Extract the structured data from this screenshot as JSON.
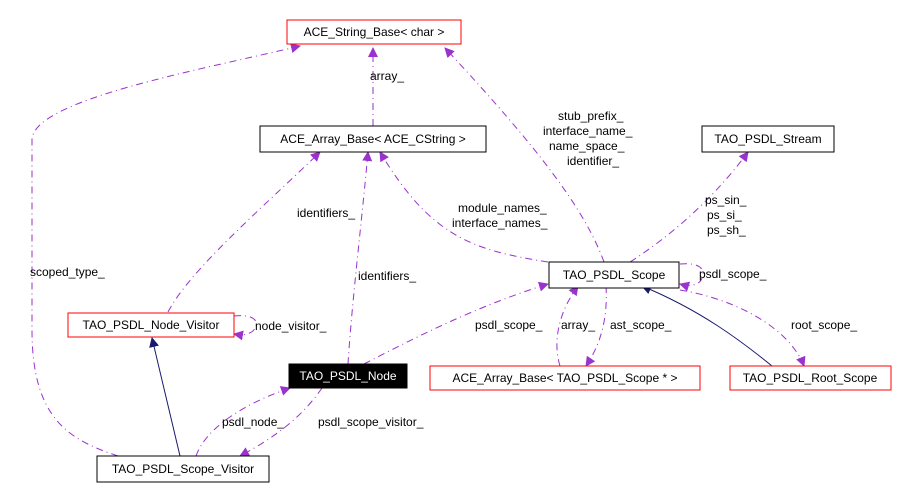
{
  "colors": {
    "usage_edge": "#9a32cd",
    "inherit_edge": "#191970",
    "doc_border": "#ff0000",
    "plain_border": "#000000",
    "current_fill": "#000000",
    "current_text": "#ffffff"
  },
  "nodes": {
    "string_base": "ACE_String_Base< char >",
    "array_cstring": "ACE_Array_Base< ACE_CString >",
    "psdl_stream": "TAO_PSDL_Stream",
    "psdl_scope": "TAO_PSDL_Scope",
    "node_visitor": "TAO_PSDL_Node_Visitor",
    "psdl_node": "TAO_PSDL_Node",
    "array_scope_ptr": "ACE_Array_Base< TAO_PSDL_Scope * >",
    "root_scope": "TAO_PSDL_Root_Scope",
    "scope_visitor": "TAO_PSDL_Scope_Visitor"
  },
  "labels": {
    "array": "array_",
    "stub_prefix": "stub_prefix_",
    "interface_name": "interface_name_",
    "name_space": "name_space_",
    "identifier": "identifier_",
    "module_names": "module_names_",
    "interface_names": "interface_names_",
    "ps_sin": "ps_sin_",
    "ps_si": "ps_si_",
    "ps_sh": "ps_sh_",
    "scoped_type": "scoped_type_",
    "identifiers_left": "identifiers_",
    "identifiers_mid": "identifiers_",
    "psdl_scope_self": "psdl_scope_",
    "node_visitor": "node_visitor_",
    "psdl_scope_node": "psdl_scope_",
    "array_scope": "array_",
    "ast_scope": "ast_scope_",
    "root_scope": "root_scope_",
    "psdl_node": "psdl_node_",
    "psdl_scope_visitor": "psdl_scope_visitor_"
  }
}
